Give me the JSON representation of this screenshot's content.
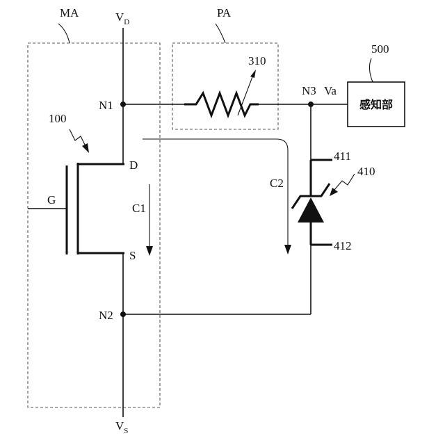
{
  "labels": {
    "ma": "MA",
    "pa": "PA",
    "vd": "V",
    "vd_sub": "D",
    "vs": "V",
    "vs_sub": "S",
    "n1": "N1",
    "n2": "N2",
    "n3": "N3",
    "va": "Va",
    "g": "G",
    "d": "D",
    "s": "S",
    "c1": "C1",
    "c2": "C2",
    "ref_100": "100",
    "ref_310": "310",
    "ref_410": "410",
    "ref_411": "411",
    "ref_412": "412",
    "ref_500": "500"
  },
  "sensing_unit": {
    "label": "感知部"
  }
}
